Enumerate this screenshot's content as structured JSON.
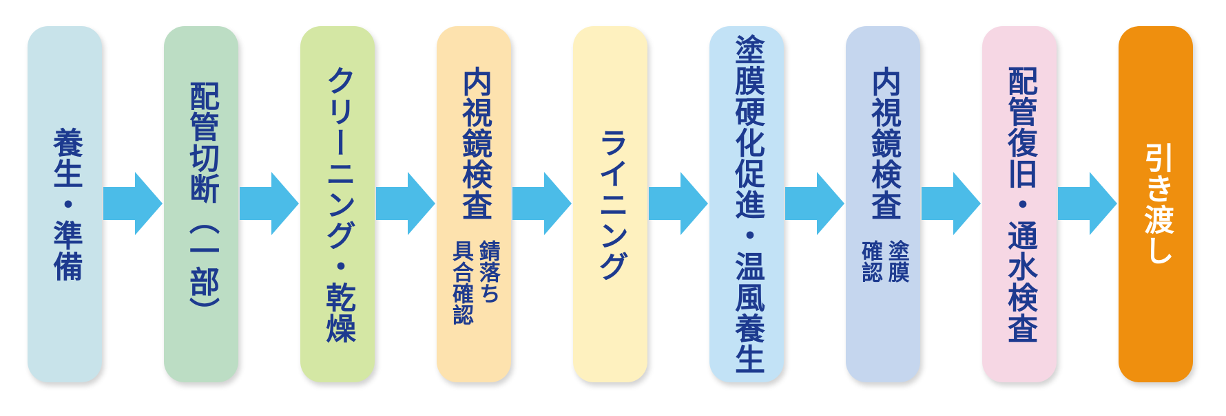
{
  "steps": [
    {
      "label": "養生・準備",
      "color": "#c8e3ea"
    },
    {
      "label": "配管切断（一部）",
      "color": "#bcddc4"
    },
    {
      "label": "クリーニング・乾燥",
      "color": "#d4e7a4"
    },
    {
      "label": "内視鏡検査",
      "note": "錆落ち\n具合確認",
      "color": "#fde2ae"
    },
    {
      "label": "ライニング",
      "color": "#fef1bf"
    },
    {
      "label": "塗膜硬化促進・温風養生",
      "color": "#c2e2f6"
    },
    {
      "label": "内視鏡検査",
      "note": "塗膜\n確認",
      "color": "#c5d6ee"
    },
    {
      "label": "配管復旧・通水検査",
      "color": "#f6d7e4"
    },
    {
      "label": "引き渡し",
      "color": "#ef8f0e"
    }
  ],
  "arrow_color": "#4bbce8",
  "text_color": "#1d3a8f"
}
